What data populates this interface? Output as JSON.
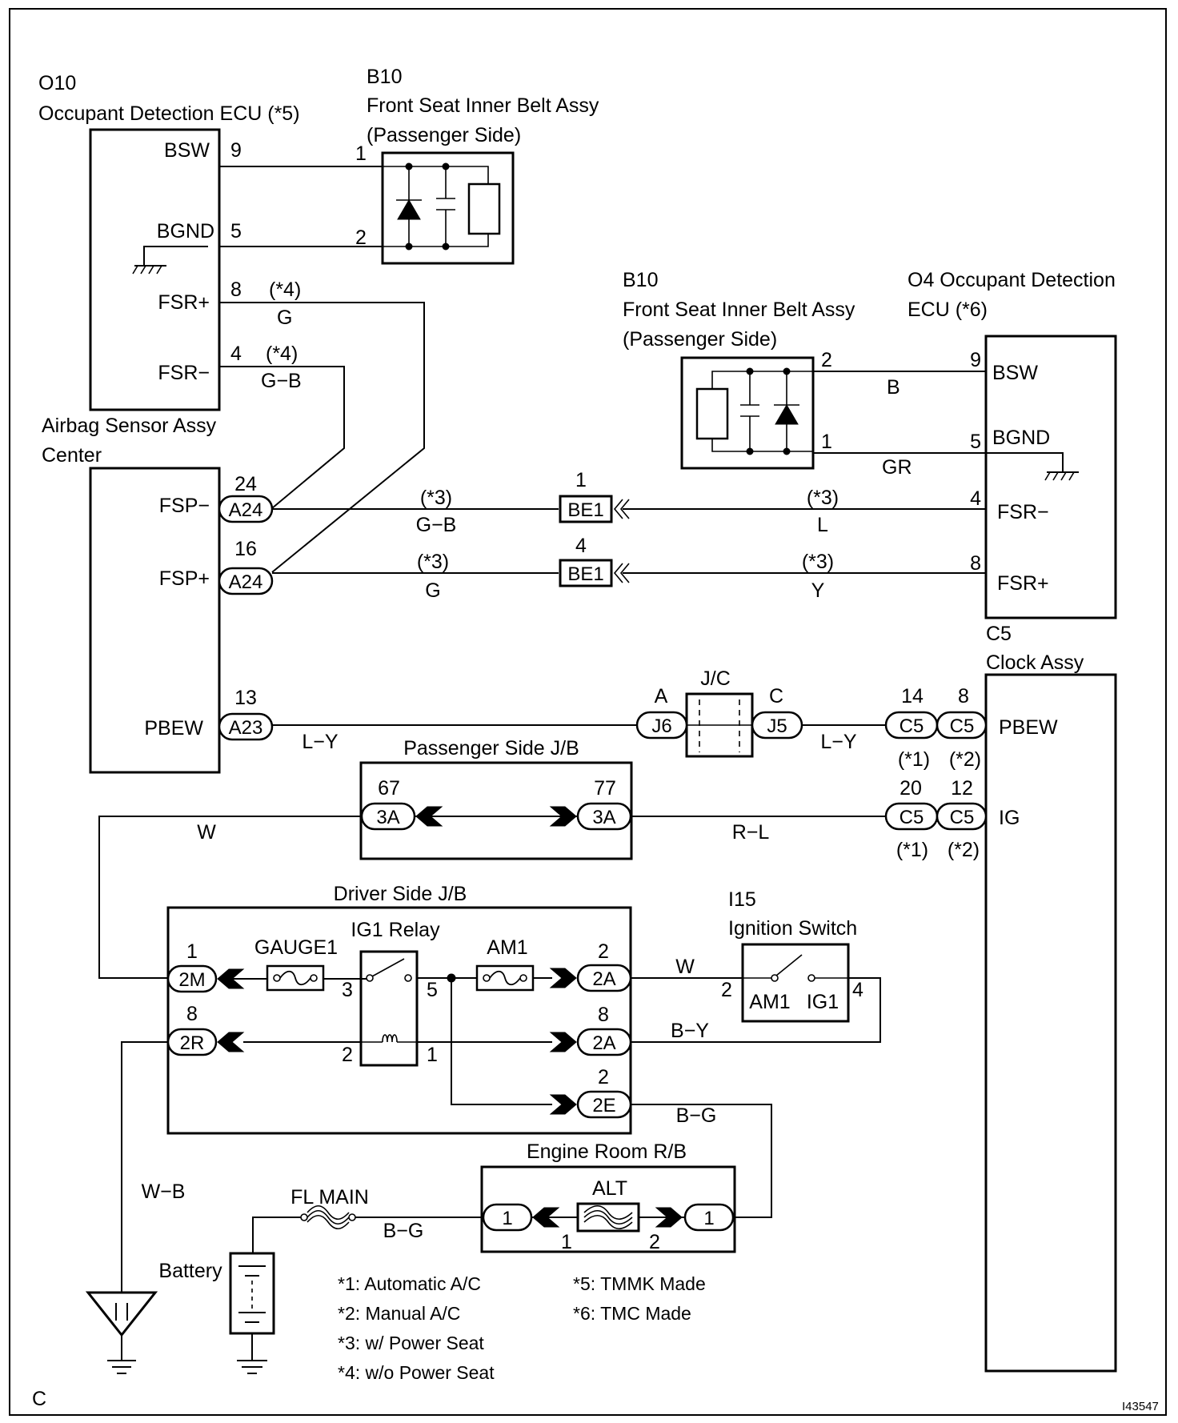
{
  "corner_label": "C",
  "figure_id": "I43547",
  "ecu_o10": {
    "code": "O10",
    "name": "Occupant Detection ECU (*5)",
    "bsw": "BSW",
    "bgnd": "BGND",
    "fsrp": "FSR+",
    "fsrm": "FSR−",
    "p_bsw": "9",
    "p_bgnd": "5",
    "p_fsrp": "8",
    "p_fsrm": "4"
  },
  "belt_top": {
    "code": "B10",
    "name": "Front Seat Inner Belt Assy",
    "side": "(Passenger Side)",
    "p1": "1",
    "p2": "2"
  },
  "belt_right": {
    "code": "B10",
    "name": "Front Seat Inner Belt Assy",
    "side": "(Passenger Side)",
    "p2": "2",
    "p1": "1"
  },
  "ecu_o4": {
    "title1": "O4  Occupant  Detection",
    "title2": "ECU (*6)",
    "bsw": "BSW",
    "bgnd": "BGND",
    "fsrm": "FSR−",
    "fsrp": "FSR+",
    "p_bsw": "9",
    "p_bgnd": "5",
    "p_fsrm": "4",
    "p_fsrp": "8"
  },
  "airbag": {
    "name1": "Airbag Sensor Assy",
    "name2": "Center",
    "fspm": "FSP−",
    "fspp": "FSP+",
    "pbew": "PBEW",
    "n24": "24",
    "n16": "16",
    "n13": "13",
    "c_a24a": "A24",
    "c_a24b": "A24",
    "c_a23": "A23"
  },
  "wire_labels": {
    "o10_fsrp_note": "(*4)",
    "o10_fsrp_color": "G",
    "o10_fsrm_note": "(*4)",
    "o10_fsrm_color": "G−B",
    "o4_bsw_color": "B",
    "o4_bgnd_color": "GR",
    "fspm_note": "(*3)",
    "fspm_color": "G−B",
    "fspp_note": "(*3)",
    "fspp_color": "G",
    "fsrm_note": "(*3)",
    "fsrm_color": "L",
    "fsrp_note": "(*3)",
    "fsrp_color": "Y",
    "pbew_color_l": "L−Y",
    "pbew_color_r": "L−Y",
    "w_left": "W",
    "rl": "R−L",
    "w_ign": "W",
    "by": "B−Y",
    "bg_ign": "B−G",
    "wb": "W−B",
    "bg_bat": "B−G"
  },
  "be1": {
    "top_label": "BE1",
    "top_pin": "1",
    "bot_label": "BE1",
    "bot_pin": "4"
  },
  "jc": {
    "label": "J/C",
    "a": "A",
    "c": "C",
    "j6": "J6",
    "j5": "J5"
  },
  "clock": {
    "code": "C5",
    "name": "Clock Assy",
    "pbew": "PBEW",
    "ig": "IG",
    "n14": "14",
    "n8": "8",
    "n20": "20",
    "n12": "12",
    "c1": "C5",
    "c2": "C5",
    "c3": "C5",
    "c4": "C5",
    "a1": "(*1)",
    "a2": "(*2)",
    "b1": "(*1)",
    "b2": "(*2)"
  },
  "pass_jb": {
    "name": "Passenger Side J/B",
    "n67": "67",
    "n77": "77",
    "c_l": "3A",
    "c_r": "3A"
  },
  "driver_jb": {
    "name": "Driver Side J/B",
    "relay": "IG1 Relay",
    "gauge": "GAUGE1",
    "am1": "AM1",
    "n1": "1",
    "n8": "8",
    "c_2m": "2M",
    "c_2r": "2R",
    "r3": "3",
    "r2": "2",
    "r5": "5",
    "r1": "1",
    "na2": "2",
    "na8": "8",
    "ne2": "2",
    "c_2a_1": "2A",
    "c_2a_2": "2A",
    "c_2e": "2E"
  },
  "ign": {
    "code": "I15",
    "name": "Ignition Switch",
    "am1": "AM1",
    "ig1": "IG1",
    "p2": "2",
    "p4": "4"
  },
  "engine_rb": {
    "name": "Engine Room R/B",
    "alt": "ALT",
    "c_l": "1",
    "c_r": "1",
    "n1": "1",
    "n2": "2"
  },
  "fl_main": "FL MAIN",
  "battery": "Battery",
  "notes": {
    "n1": "*1: Automatic A/C",
    "n2": "*2: Manual A/C",
    "n3": "*3: w/ Power Seat",
    "n4": "*4: w/o Power Seat",
    "n5": "*5: TMMK Made",
    "n6": "*6: TMC Made"
  }
}
